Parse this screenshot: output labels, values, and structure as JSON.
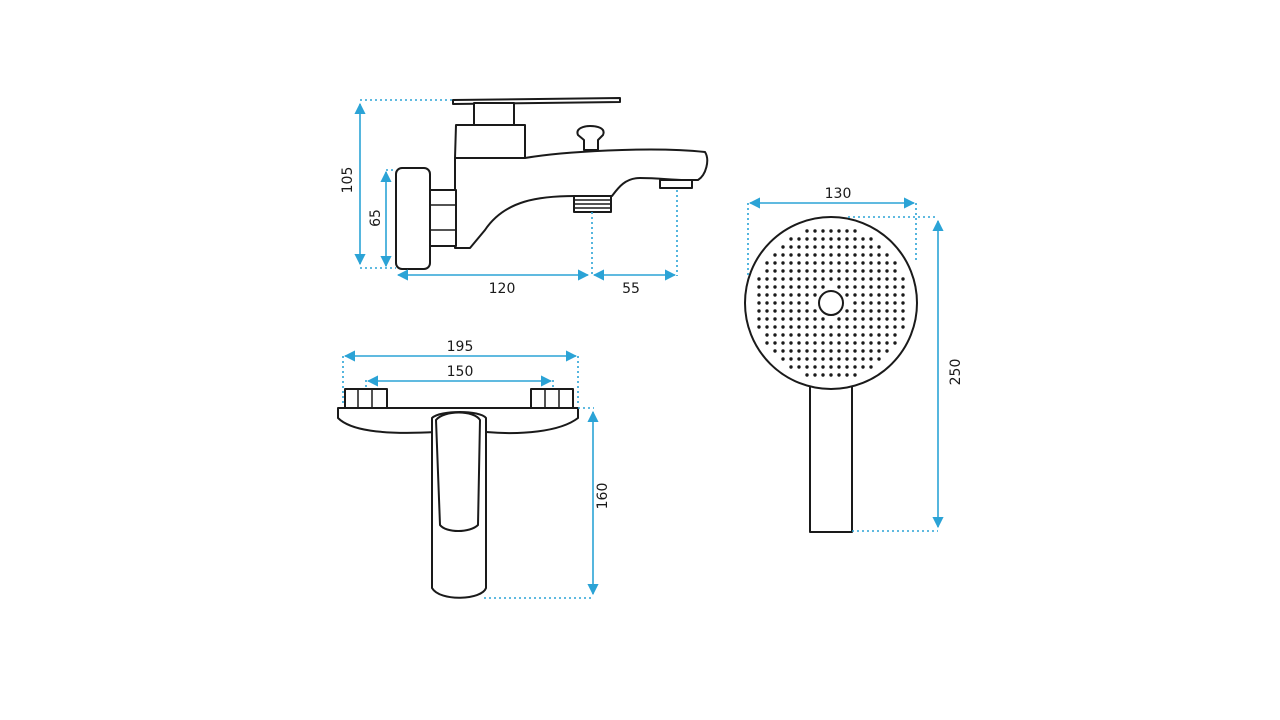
{
  "colors": {
    "dimension": "#2ba3d6",
    "outline": "#1a1a1a",
    "background": "#ffffff"
  },
  "side_view": {
    "dimensions": {
      "total_height": "105",
      "wall_plate_height": "65",
      "spout_reach": "120",
      "outlet_offset": "55"
    }
  },
  "top_view": {
    "dimensions": {
      "overall_width": "195",
      "connection_spacing": "150",
      "projection": "160"
    }
  },
  "hand_shower": {
    "dimensions": {
      "head_diameter": "130",
      "total_length": "250"
    }
  }
}
